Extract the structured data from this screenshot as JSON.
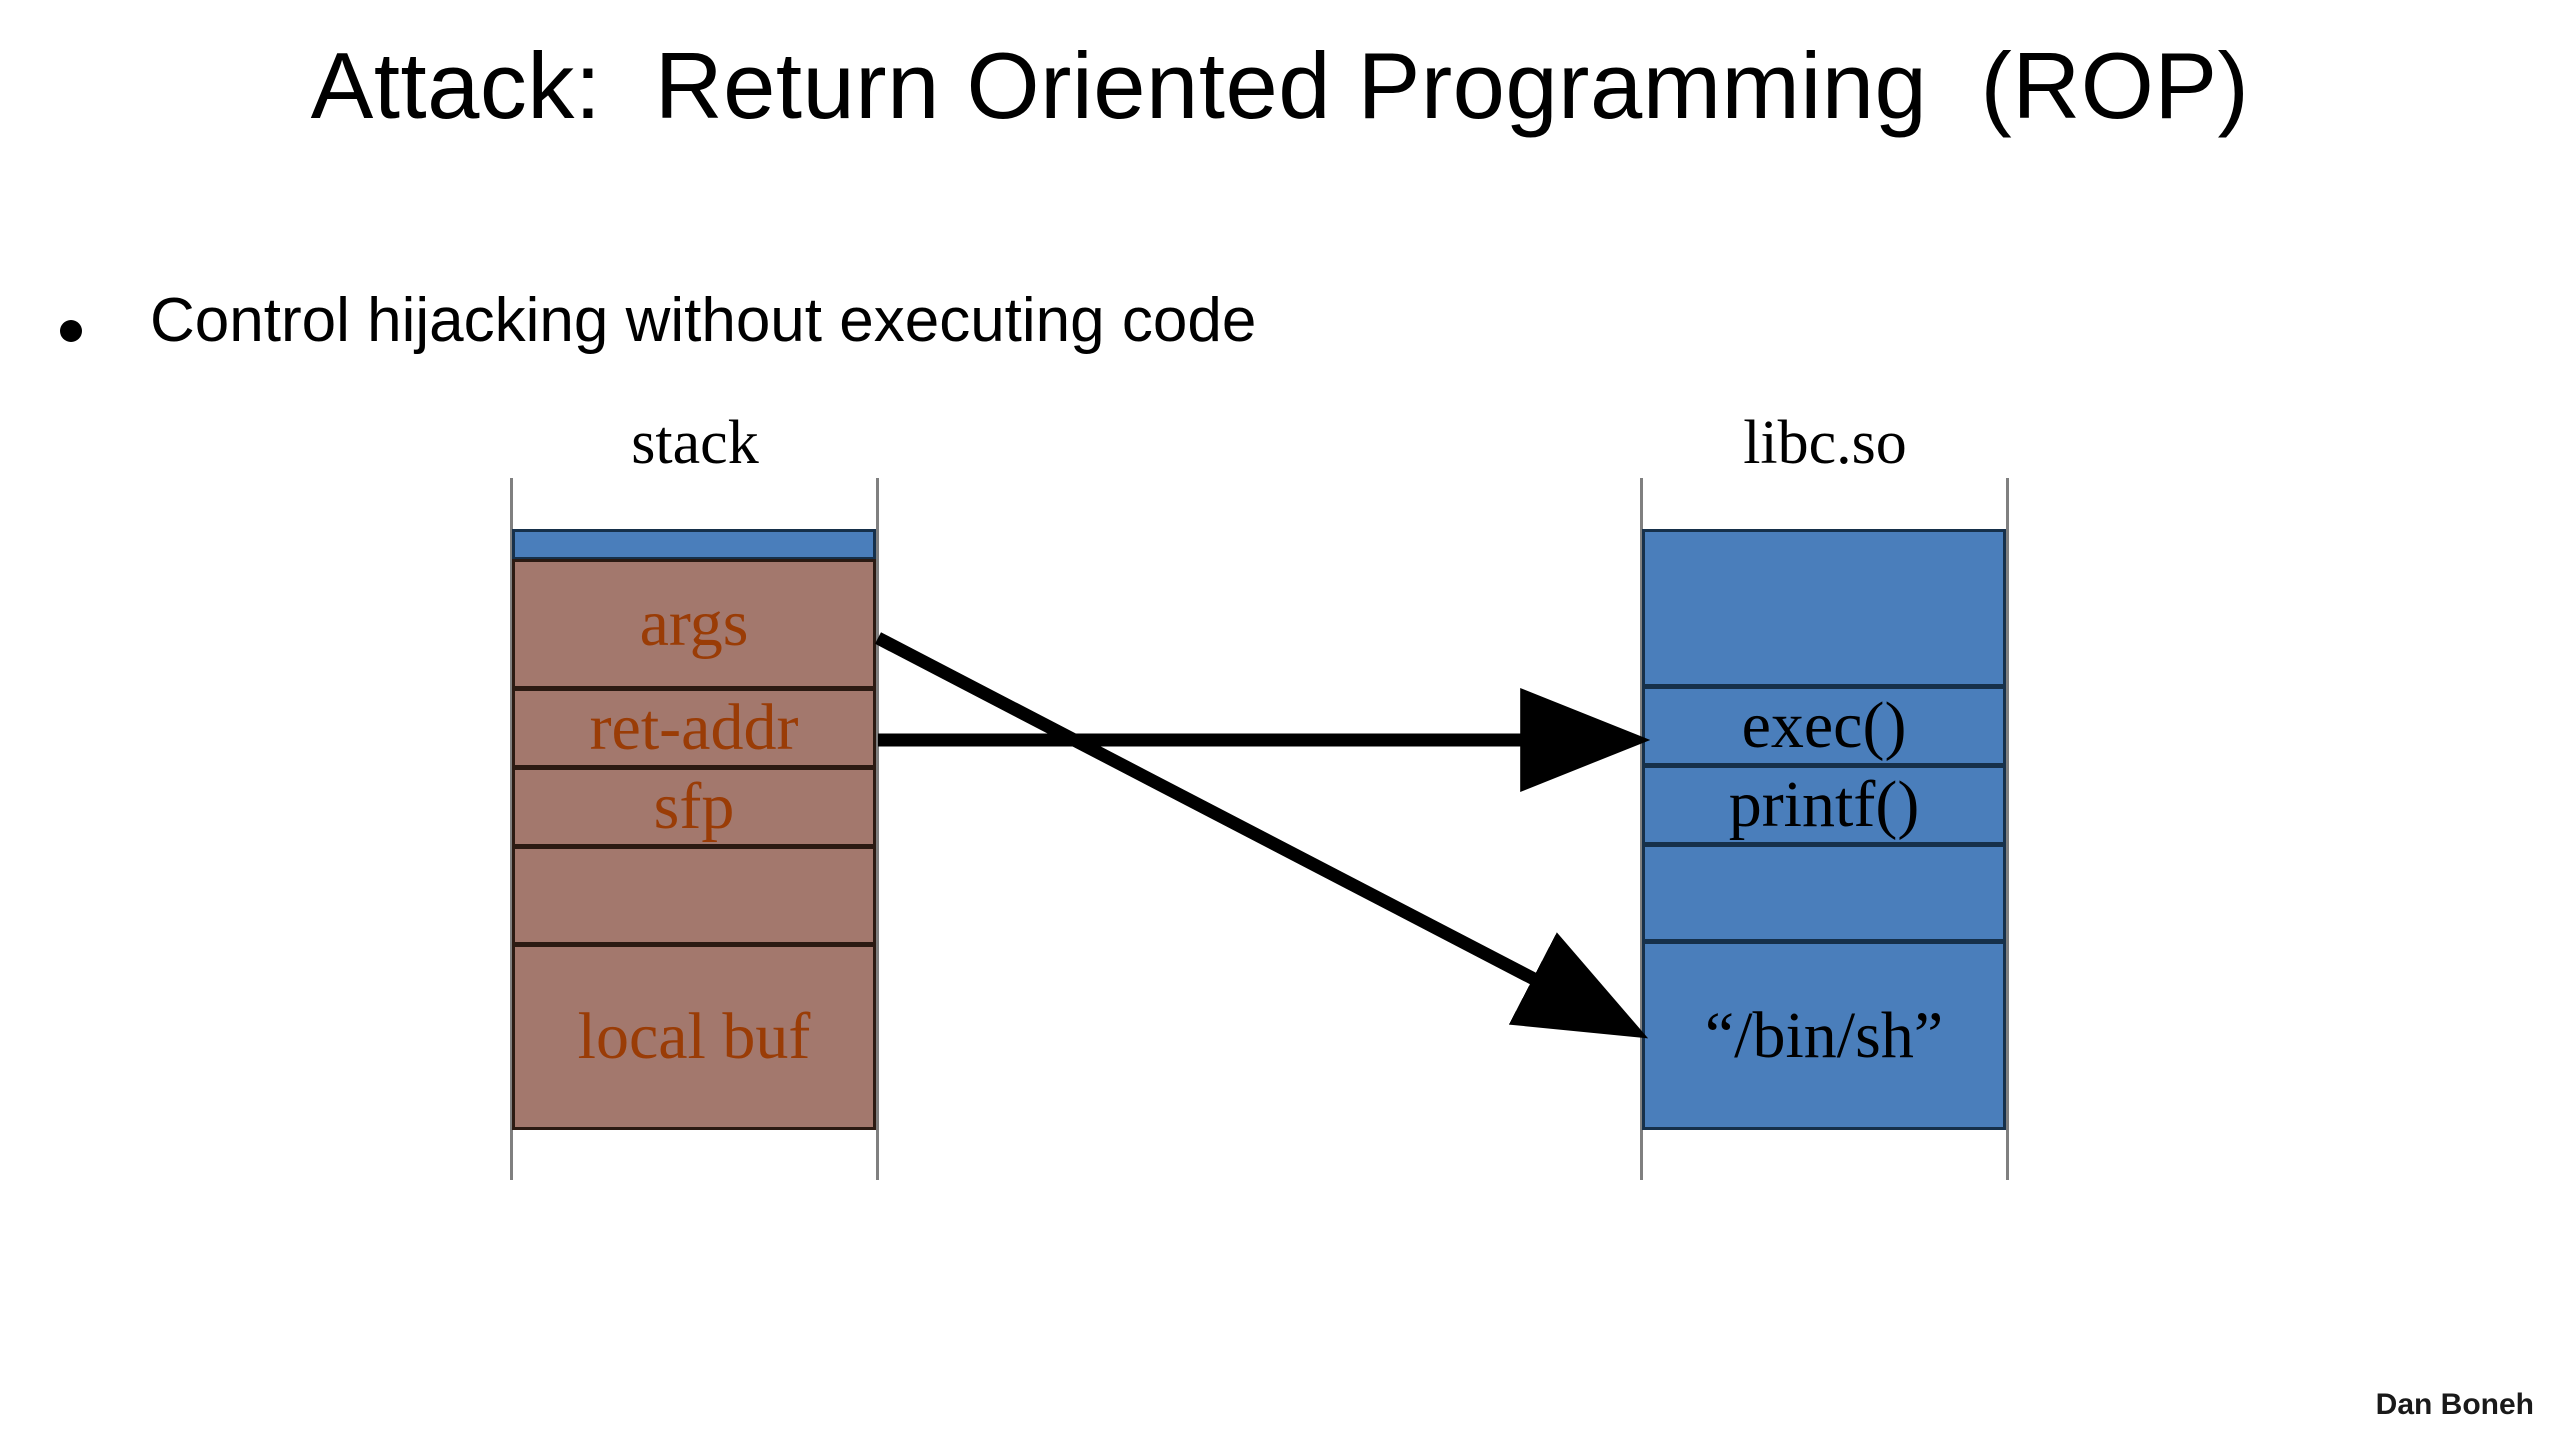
{
  "slide": {
    "title": "Attack:  Return Oriented Programming  (ROP)",
    "bullets": [
      {
        "text": "Control hijacking without executing code"
      }
    ],
    "footer_credit": "Dan Boneh"
  },
  "colors": {
    "stack_block_fill": "#a3786d",
    "stack_block_border": "#2b1a12",
    "stack_block_text": "#9a3c06",
    "libc_block_fill": "#4a7ebb",
    "libc_block_border": "#16304a",
    "libc_block_text": "#000000",
    "arrow": "#000000",
    "background": "#ffffff",
    "title_text": "#000000"
  },
  "diagram": {
    "stack": {
      "label": "stack",
      "blocks": [
        {
          "name": "guard-strip",
          "label": ""
        },
        {
          "name": "args",
          "label": "args"
        },
        {
          "name": "ret-addr",
          "label": "ret-addr"
        },
        {
          "name": "sfp",
          "label": "sfp"
        },
        {
          "name": "gap",
          "label": ""
        },
        {
          "name": "local-buf",
          "label": "local buf"
        }
      ]
    },
    "libc": {
      "label": "libc.so",
      "blocks": [
        {
          "name": "libc-top-gap",
          "label": ""
        },
        {
          "name": "exec",
          "label": "exec()"
        },
        {
          "name": "printf",
          "label": "printf()"
        },
        {
          "name": "libc-gap",
          "label": ""
        },
        {
          "name": "bin-sh",
          "label": "“/bin/sh”"
        }
      ]
    },
    "arrows": [
      {
        "name": "args-to-binsh",
        "from": "args",
        "to": "bin-sh"
      },
      {
        "name": "retaddr-to-exec",
        "from": "ret-addr",
        "to": "exec"
      }
    ]
  }
}
